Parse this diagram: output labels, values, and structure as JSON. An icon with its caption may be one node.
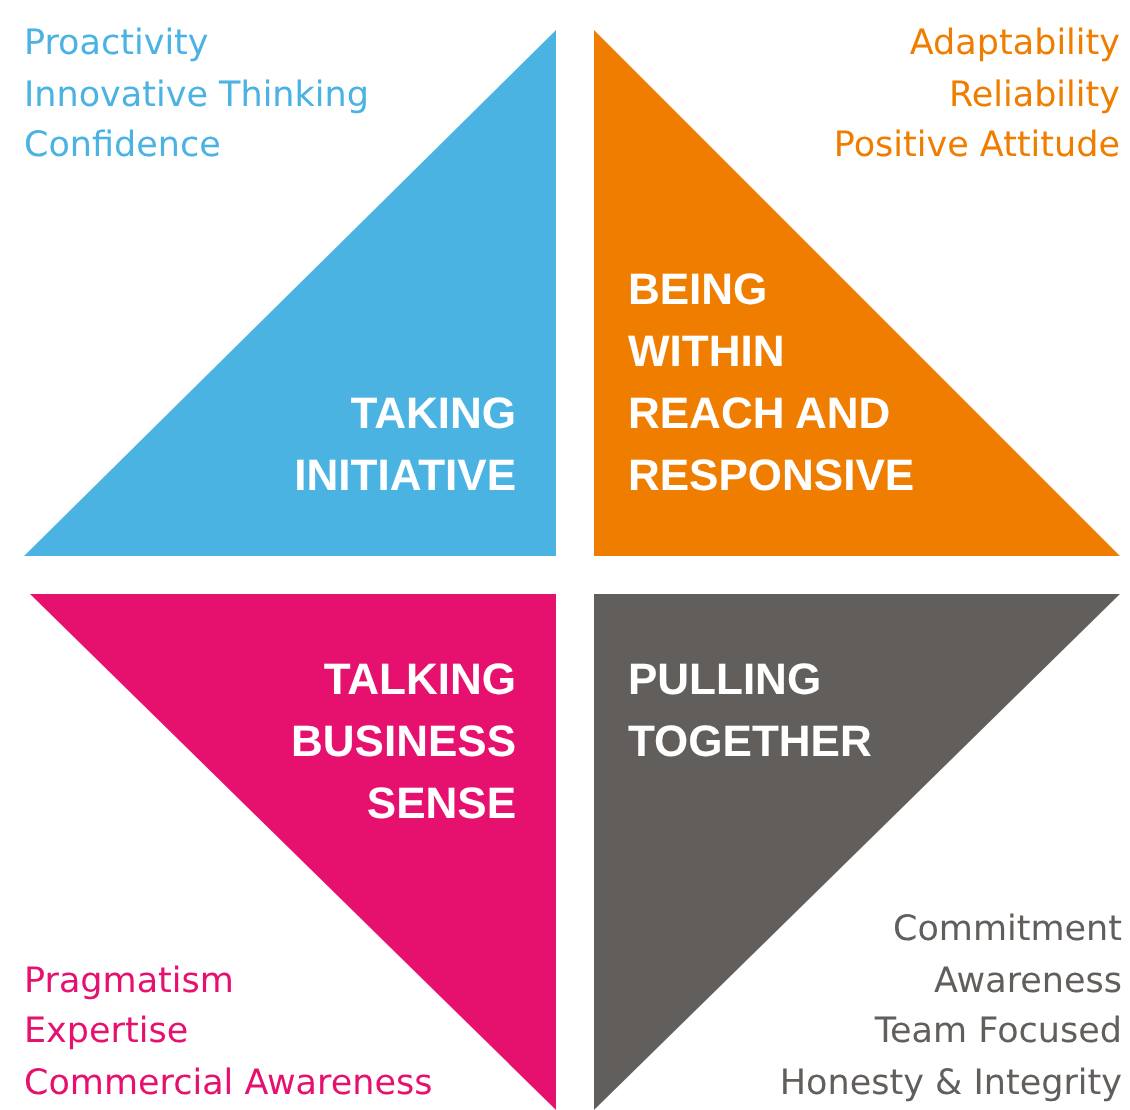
{
  "diagram": {
    "nodes": [
      {
        "text": [
          "TAKING INITIATIVE"
        ],
        "beside": [
          "Proactivity",
          "Innovative Thinking",
          "Confidence"
        ]
      },
      {
        "text": [
          "BEING WITHIN REACH AND RESPONSIVE"
        ],
        "beside": [
          "Adaptability",
          "Reliability",
          "Positive Attitude"
        ]
      },
      {
        "text": [
          "TALKING BUSINESS SENSE"
        ],
        "beside": [
          "Pragmatism",
          "Expertise",
          "Commercial Awareness"
        ]
      },
      {
        "text": [
          "PULLING TOGETHER"
        ],
        "beside": [
          "Commitment",
          "Awareness",
          "Team Focused",
          "Honesty & Integrity"
        ]
      }
    ]
  }
}
